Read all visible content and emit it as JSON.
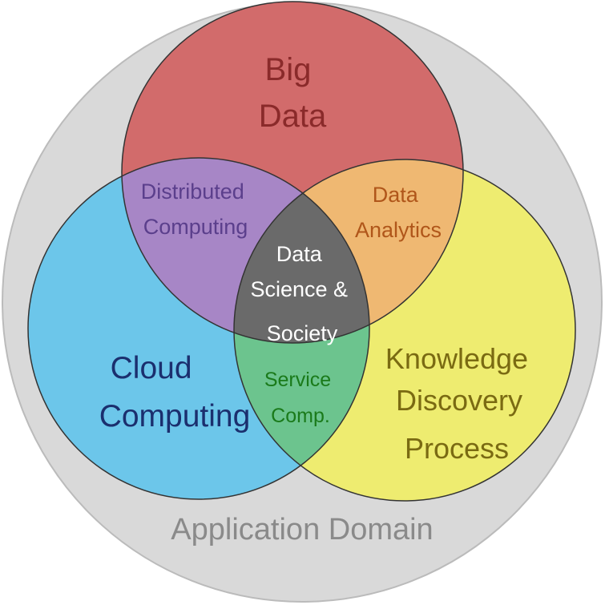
{
  "title_outer": "Application Domain",
  "sets": {
    "big_data": [
      "Big",
      "Data"
    ],
    "cloud": [
      "Cloud",
      "Computing"
    ],
    "knowledge": [
      "Knowledge",
      "Discovery",
      "Process"
    ]
  },
  "intersections": {
    "distributed": [
      "Distributed",
      "Computing"
    ],
    "analytics": [
      "Data",
      "Analytics"
    ],
    "service": [
      "Service",
      "Comp."
    ],
    "center": [
      "Data",
      "Science &",
      "Society"
    ]
  },
  "colors": {
    "outer": "#d9d9d9",
    "red": "#d26b6b",
    "blue": "#6cc6ea",
    "yellow": "#eeec70",
    "purple": "#a786c6",
    "orange": "#efb872",
    "green": "#6cc48e",
    "center": "#6a6a6a"
  }
}
